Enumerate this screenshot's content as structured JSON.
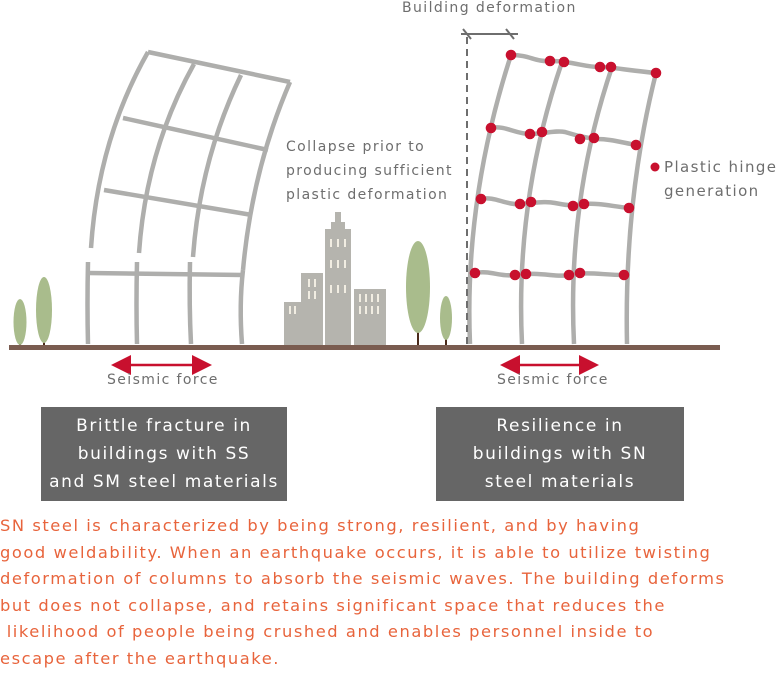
{
  "labels": {
    "building_deformation": "Building deformation",
    "collapse_note": [
      "Collapse prior to",
      "producing sufficient",
      "plastic deformation"
    ],
    "legend_plastic_hinge": [
      "Plastic hinge",
      "generation"
    ],
    "seismic_force_left": "Seismic force",
    "seismic_force_right": "Seismic force"
  },
  "boxes": {
    "left": [
      "Brittle fracture in",
      "buildings with SS",
      "and SM steel materials"
    ],
    "right": [
      "Resilience in",
      "buildings with SN",
      "steel materials"
    ]
  },
  "description": [
    "SN steel is characterized by being strong, resilient, and by having",
    "good weldability. When an earthquake occurs, it is able to utilize twisting",
    "deformation of columns to absorb the seismic waves. The building deforms",
    "but does not collapse, and retains significant space that reduces the",
    " likelihood of people being crushed and enables personnel inside to",
    "escape after the earthquake."
  ],
  "colors": {
    "frame": "#aeaeac",
    "ground": "#7a5c50",
    "hinge": "#c8102e",
    "arrow": "#c8102e",
    "tree": "#a9bc8c",
    "trunk": "#4a2a1a",
    "city": "#b5b4ae",
    "window": "#f1ede2",
    "text_gray": "#6e6e6e",
    "box_bg": "#666666",
    "desc_text": "#e8643c"
  }
}
